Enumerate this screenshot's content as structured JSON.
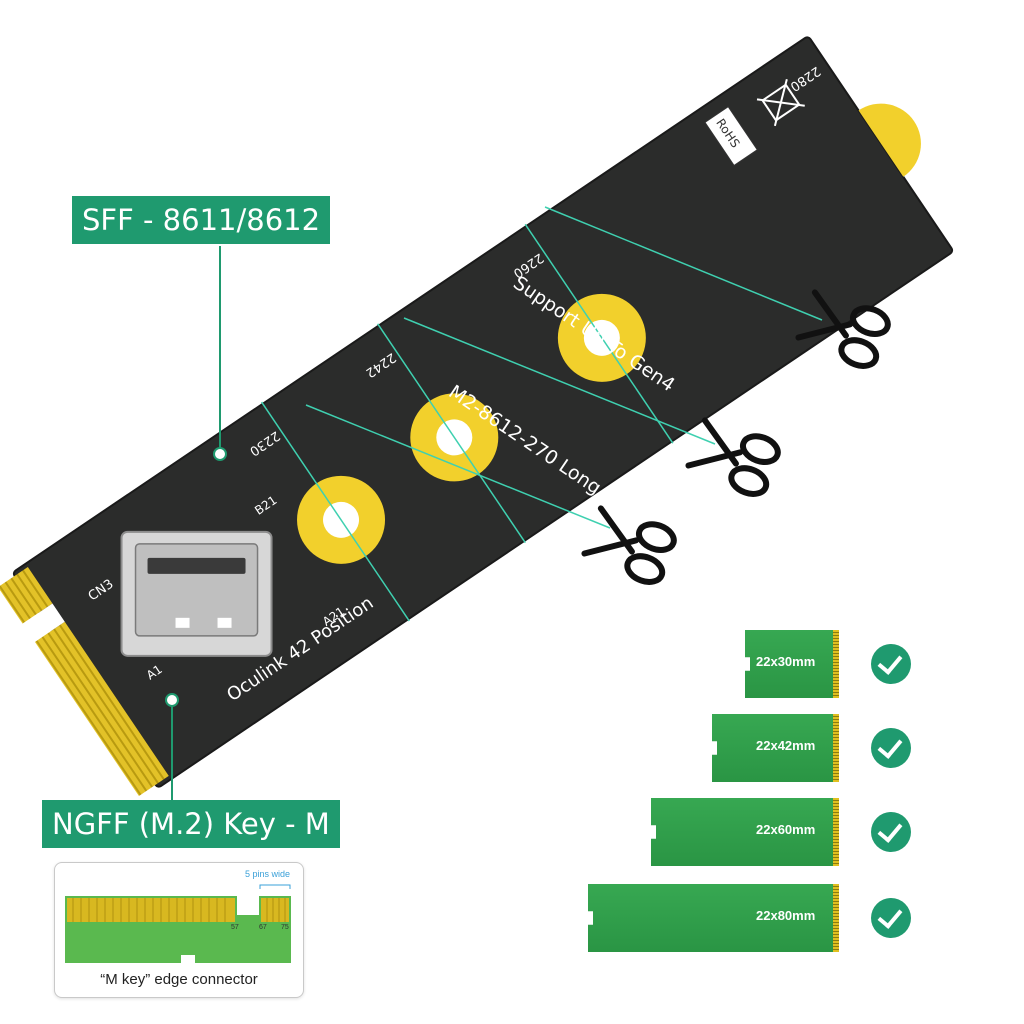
{
  "callouts": {
    "sff": "SFF - 8611/8612",
    "ngff": "NGFF (M.2) Key - M"
  },
  "board": {
    "model_line1": "M2-8612-270 Long",
    "model_line2": "Support Up To Gen4",
    "oculink_label": "Oculink 42 Position",
    "connector_ref": "CN3",
    "pin_a1": "A1",
    "pin_a21": "A21",
    "pin_b21": "B21",
    "rohs_label": "RoHS",
    "length_marks": [
      "2230",
      "2242",
      "2260",
      "2280"
    ]
  },
  "mkey_diagram": {
    "caption": "“M key” edge connector",
    "pins_wide_label": "5 pins wide",
    "pin_numbers": [
      "57",
      "67",
      "75"
    ]
  },
  "sizes": [
    {
      "label": "22x30mm"
    },
    {
      "label": "22x42mm"
    },
    {
      "label": "22x60mm"
    },
    {
      "label": "22x80mm"
    }
  ],
  "colors": {
    "accent_green": "#1f9a6f",
    "board": "#2b2c2b",
    "gold": "#d4b01a",
    "standoff_yellow": "#f2d02c",
    "card_green": "#2f9e49"
  },
  "icons": [
    "scissors-icon",
    "check-icon",
    "weee-bin-icon",
    "rohs-icon"
  ]
}
